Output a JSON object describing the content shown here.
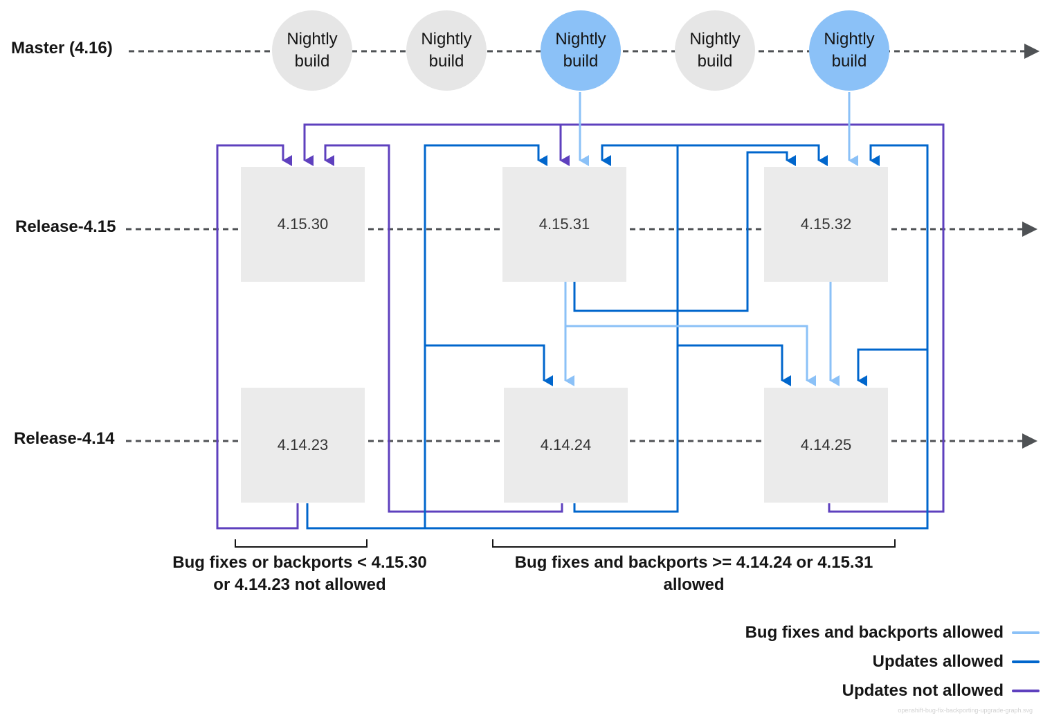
{
  "lanes": {
    "master": "Master (4.16)",
    "release_415": "Release-4.15",
    "release_414": "Release-4.14"
  },
  "nightly_builds": [
    {
      "line1": "Nightly",
      "line2": "build",
      "highlighted": false
    },
    {
      "line1": "Nightly",
      "line2": "build",
      "highlighted": false
    },
    {
      "line1": "Nightly",
      "line2": "build",
      "highlighted": true
    },
    {
      "line1": "Nightly",
      "line2": "build",
      "highlighted": false
    },
    {
      "line1": "Nightly",
      "line2": "build",
      "highlighted": true
    }
  ],
  "releases": {
    "r_4_15_30": "4.15.30",
    "r_4_15_31": "4.15.31",
    "r_4_15_32": "4.15.32",
    "r_4_14_23": "4.14.23",
    "r_4_14_24": "4.14.24",
    "r_4_14_25": "4.14.25"
  },
  "captions": {
    "not_allowed_line1": "Bug fixes or backports < 4.15.30",
    "not_allowed_line2": "or 4.14.23 not allowed",
    "allowed_line1": "Bug fixes and backports >= 4.14.24 or 4.15.31",
    "allowed_line2": "allowed"
  },
  "legend": {
    "bugfix": "Bug fixes and backports allowed",
    "updates_allowed": "Updates allowed",
    "updates_not_allowed": "Updates not allowed"
  },
  "colors": {
    "bugfix": "#8bc1f7",
    "updates_allowed": "#0066cc",
    "updates_not_allowed": "#5e40be",
    "timeline": "#4f5255",
    "node": "#ebebeb"
  },
  "footer": "openshift-bug-fix-backporting-upgrade-graph.svg"
}
